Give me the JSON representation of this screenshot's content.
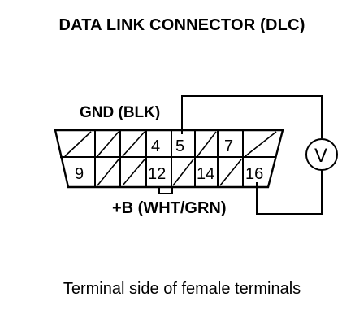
{
  "title": "DATA LINK CONNECTOR (DLC)",
  "caption": "Terminal side of female terminals",
  "labels": {
    "gnd": "GND (BLK)",
    "power": "+B (WHT/GRN)",
    "meter_symbol": "V"
  },
  "terminals": {
    "top_row": [
      "",
      "",
      "",
      "4",
      "5",
      "",
      "7",
      ""
    ],
    "bottom_row": [
      "9",
      "",
      "",
      "12",
      "",
      "14",
      "",
      "16"
    ]
  },
  "colors": {
    "line": "#000000",
    "background": "#ffffff"
  }
}
